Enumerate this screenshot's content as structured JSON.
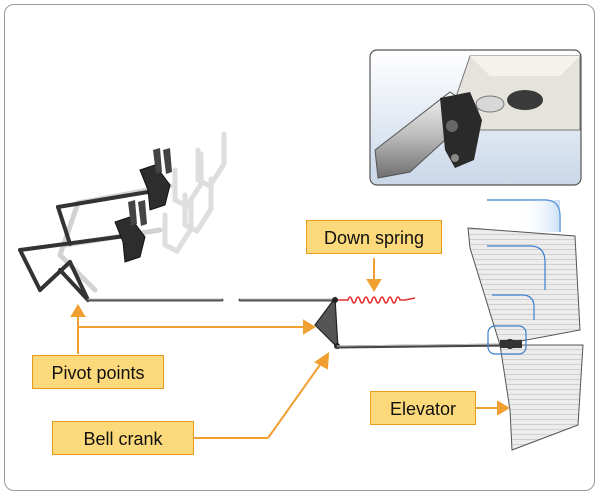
{
  "labels": {
    "down_spring": "Down spring",
    "pivot_points": "Pivot points",
    "bell_crank": "Bell crank",
    "elevator": "Elevator"
  },
  "colors": {
    "callout_fill": "#fcd97a",
    "callout_border": "#e89a1b",
    "leader_line": "#f0a030",
    "spring": "#e23030",
    "highlight": "#3b7fd0"
  }
}
